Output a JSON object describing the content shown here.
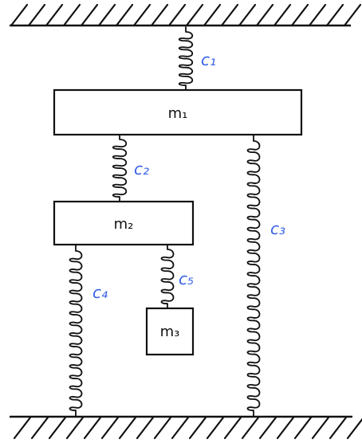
{
  "diagram": {
    "masses": [
      {
        "id": "m1",
        "label": "m₁"
      },
      {
        "id": "m2",
        "label": "m₂"
      },
      {
        "id": "m3",
        "label": "m₃"
      }
    ],
    "springs": [
      {
        "id": "c1",
        "label": "c₁",
        "from": "ceiling",
        "to": "m1"
      },
      {
        "id": "c2",
        "label": "c₂",
        "from": "m1",
        "to": "m2"
      },
      {
        "id": "c3",
        "label": "c₃",
        "from": "m1",
        "to": "floor"
      },
      {
        "id": "c4",
        "label": "c₄",
        "from": "m2",
        "to": "floor"
      },
      {
        "id": "c5",
        "label": "c₅",
        "from": "m2",
        "to": "m3"
      }
    ],
    "colors": {
      "ink": "#111111",
      "spring_label": "#3a63e8",
      "background": "#ffffff"
    }
  }
}
